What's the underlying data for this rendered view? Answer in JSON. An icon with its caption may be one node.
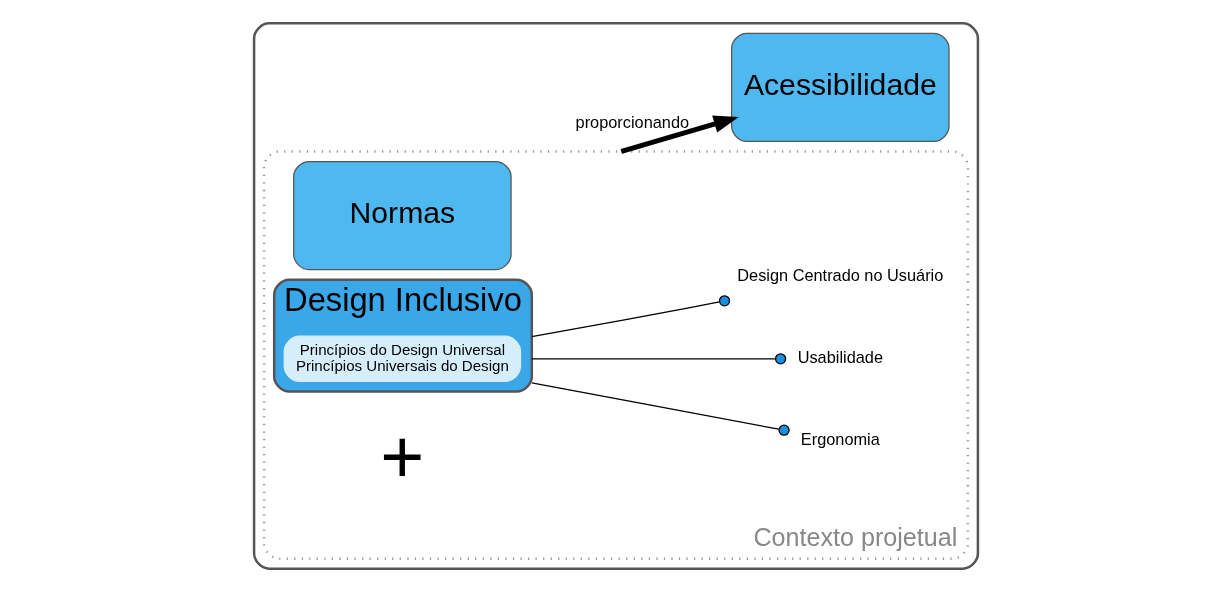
{
  "diagram": {
    "nodes": [
      {
        "text": [],
        "shape": "box"
      },
      {
        "text": [
          "Contexto projetual"
        ],
        "in": 0
      },
      {
        "text": [
          "Design Inclusivo"
        ],
        "in": 1
      },
      {
        "text": [
          "Princípios do Design Universal",
          "Princípios Universais do Design"
        ],
        "in": 2
      },
      {
        "text": [
          "Normas"
        ],
        "in": 1
      },
      {
        "text": [
          "Acessibilidade"
        ],
        "in": 0
      },
      {
        "text": [
          "Ergonomia"
        ],
        "in": 1
      },
      {
        "text": [
          "Usabilidade"
        ],
        "in": 1
      },
      {
        "text": [
          "Design Centrado no Usuário"
        ],
        "in": 1
      }
    ],
    "edges": [
      {
        "from": 2,
        "to": 6,
        "arrow": "other"
      },
      {
        "from": 2,
        "to": 7,
        "arrow": "other"
      },
      {
        "from": 2,
        "to": 8,
        "arrow": "other"
      },
      {
        "from": 1,
        "to": 5,
        "arrow": "to",
        "label": "proporcionando",
        "style": "thick"
      }
    ],
    "labels": [
      "+"
    ]
  }
}
